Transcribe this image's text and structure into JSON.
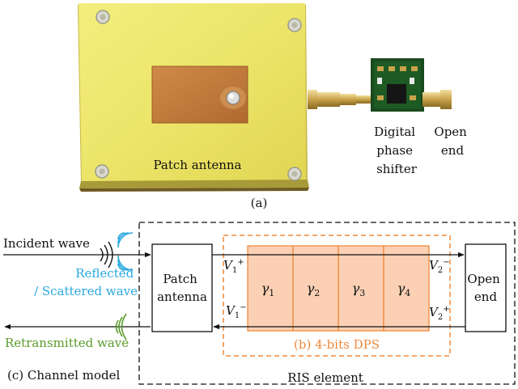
{
  "photo": {
    "patch_label": "Patch antenna",
    "dps_label_lines": [
      "Digital",
      "phase",
      "shifter"
    ],
    "open_end_label_lines": [
      "Open",
      "end"
    ],
    "caption": "(a)"
  },
  "diagram": {
    "incident_label": "Incident wave",
    "reflected_label_lines": [
      "Reflected",
      "/ Scattered wave"
    ],
    "retransmitted_label": "Retransmitted wave",
    "channel_model_label": "(c) Channel model",
    "patch_block_lines": [
      "Patch",
      "antenna"
    ],
    "open_block_lines": [
      "Open",
      "end"
    ],
    "dps_label": "(b) 4-bits DPS",
    "ris_label": "RIS element",
    "port_labels": {
      "v1_plus": {
        "base": "V",
        "sub": "1",
        "sup": "+"
      },
      "v1_minus": {
        "base": "V",
        "sub": "1",
        "sup": "−"
      },
      "v2_minus": {
        "base": "V",
        "sub": "2",
        "sup": "−"
      },
      "v2_plus": {
        "base": "V",
        "sub": "2",
        "sup": "+"
      }
    },
    "gamma_cells": [
      {
        "symbol": "γ",
        "sub": "1"
      },
      {
        "symbol": "γ",
        "sub": "2"
      },
      {
        "symbol": "γ",
        "sub": "3"
      },
      {
        "symbol": "γ",
        "sub": "4"
      }
    ],
    "colors": {
      "reflected": "#29a8e0",
      "retransmitted": "#5a9a2a",
      "dps": "#f08a3c",
      "gamma_fill": "#fbd0b4"
    }
  }
}
